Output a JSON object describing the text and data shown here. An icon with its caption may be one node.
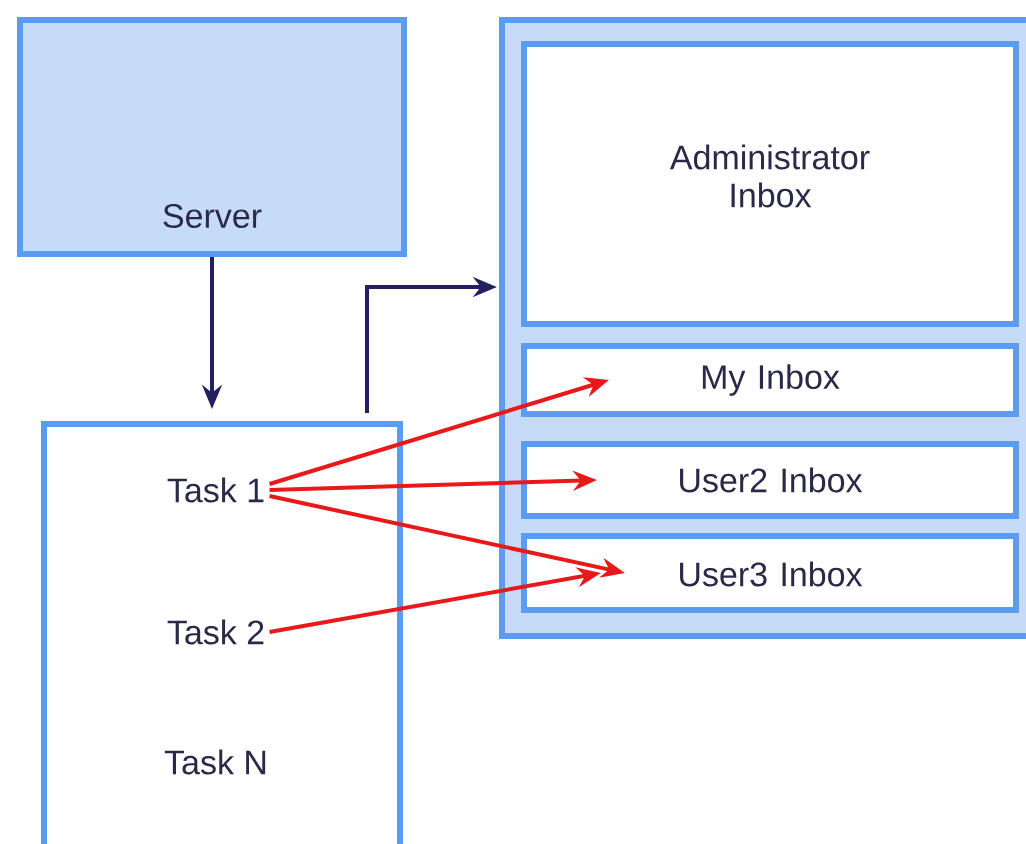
{
  "diagram": {
    "nodes": [
      {
        "text": [
          "Server"
        ]
      },
      {
        "text": [],
        "shape": "box"
      },
      {
        "text": [
          "Task 1"
        ],
        "in": 1
      },
      {
        "text": [
          "Task 2"
        ],
        "in": 1
      },
      {
        "text": [
          "Task N"
        ],
        "in": 1
      },
      {
        "text": [],
        "shape": "box"
      },
      {
        "text": [
          "Administrator Inbox"
        ],
        "in": 5
      },
      {
        "text": [
          "My Inbox"
        ],
        "in": 5
      },
      {
        "text": [
          "User2 Inbox"
        ],
        "in": 5
      },
      {
        "text": [
          "User3 Inbox"
        ],
        "in": 5
      }
    ],
    "edges": [
      {
        "from": 0,
        "to": 1,
        "arrow": "to",
        "color": "#232060"
      },
      {
        "from": 1,
        "to": 5,
        "arrow": "to",
        "color": "#232060"
      },
      {
        "from": 2,
        "to": 7,
        "arrow": "to"
      },
      {
        "from": 2,
        "to": 8,
        "arrow": "to"
      },
      {
        "from": 2,
        "to": 9,
        "arrow": "to"
      },
      {
        "from": 3,
        "to": 9,
        "arrow": "to"
      }
    ]
  }
}
